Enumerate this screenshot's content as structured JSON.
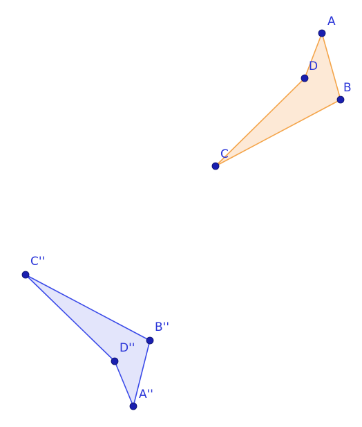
{
  "figures": [
    {
      "id": "original",
      "stroke": "#f4a449",
      "fill": "#fde9d6",
      "points": [
        {
          "id": "A",
          "label": "A"
        },
        {
          "id": "D",
          "label": "D"
        },
        {
          "id": "B",
          "label": "B"
        },
        {
          "id": "C",
          "label": "C"
        }
      ]
    },
    {
      "id": "image",
      "stroke": "#3a4ae8",
      "fill": "#e3e5fb",
      "points": [
        {
          "id": "C2",
          "label": "C''"
        },
        {
          "id": "B2",
          "label": "B''"
        },
        {
          "id": "D2",
          "label": "D''"
        },
        {
          "id": "A2",
          "label": "A''"
        }
      ]
    }
  ],
  "point_color": "#1a1fb0",
  "label_color": "#2a35d8"
}
